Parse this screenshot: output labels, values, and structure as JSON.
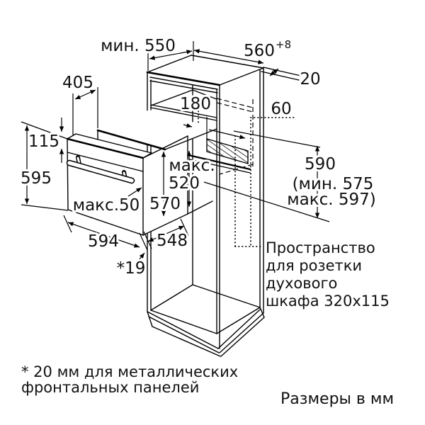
{
  "diagram": {
    "title_hint": "built-in oven installation drawing",
    "units_note": "Размеры в мм",
    "labels": {
      "min_depth": "мин. 550",
      "niche_width": "560",
      "niche_width_tol": "+8",
      "vent_gap_top": "20",
      "oven_top_depth": "405",
      "top_shelf": "180",
      "back_gap": "60",
      "panel_height": "115",
      "oven_height": "595",
      "niche_max_word": "макс.",
      "niche_max_value": "520",
      "oven_body_height": "570",
      "door_protrusion": "макс.50",
      "oven_width": "594",
      "oven_body_depth": "548",
      "front_gap": "*19",
      "niche_height": "590",
      "niche_height_min": "(мин. 575",
      "niche_height_max": "макс. 597)"
    },
    "socket_note": {
      "line1": "Пространство",
      "line2": "для розетки",
      "line3": "духового",
      "line4": "шкафа 320x115"
    },
    "footnote": {
      "line1": "* 20 мм для металлических",
      "line2": "фронтальных панелей"
    },
    "colors": {
      "line": "#000000",
      "background": "#ffffff",
      "text": "#111111"
    }
  }
}
